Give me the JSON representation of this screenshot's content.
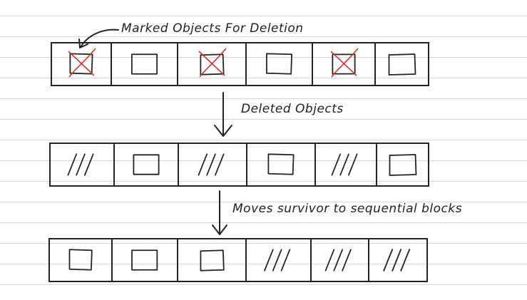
{
  "annotations": {
    "marked_label": "Marked Objects For Deletion",
    "deleted_label": "Deleted Objects",
    "moves_label": "Moves survivor to sequential blocks"
  },
  "colors": {
    "ink": "#222222",
    "mark": "#e0282b",
    "ruling": "#d6d6d6"
  },
  "rows": [
    {
      "name": "row-marked",
      "cells": [
        {
          "kind": "object",
          "marked": true
        },
        {
          "kind": "object",
          "marked": false
        },
        {
          "kind": "object",
          "marked": true
        },
        {
          "kind": "object",
          "marked": false
        },
        {
          "kind": "object",
          "marked": true
        },
        {
          "kind": "object",
          "marked": false
        }
      ]
    },
    {
      "name": "row-deleted",
      "cells": [
        {
          "kind": "deleted"
        },
        {
          "kind": "object",
          "marked": false
        },
        {
          "kind": "deleted"
        },
        {
          "kind": "object",
          "marked": false
        },
        {
          "kind": "deleted"
        },
        {
          "kind": "object",
          "marked": false
        }
      ]
    },
    {
      "name": "row-compacted",
      "cells": [
        {
          "kind": "object",
          "marked": false
        },
        {
          "kind": "object",
          "marked": false
        },
        {
          "kind": "object",
          "marked": false
        },
        {
          "kind": "deleted"
        },
        {
          "kind": "deleted"
        },
        {
          "kind": "deleted"
        }
      ]
    }
  ]
}
